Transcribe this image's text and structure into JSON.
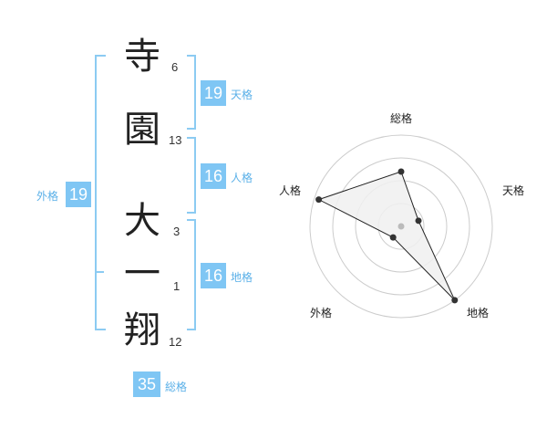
{
  "name_chars": [
    {
      "char": "寺",
      "strokes": "6"
    },
    {
      "char": "園",
      "strokes": "13"
    },
    {
      "char": "大",
      "strokes": "3"
    },
    {
      "char": "一",
      "strokes": "1"
    },
    {
      "char": "翔",
      "strokes": "12"
    }
  ],
  "fortunes": {
    "tenkaku": {
      "value": "19",
      "label": "天格"
    },
    "jinkaku": {
      "value": "16",
      "label": "人格"
    },
    "chikaku": {
      "value": "16",
      "label": "地格"
    },
    "gaikaku": {
      "value": "19",
      "label": "外格"
    },
    "soukaku": {
      "value": "35",
      "label": "総格"
    }
  },
  "chart_data": {
    "type": "radar",
    "axes": [
      "総格",
      "天格",
      "地格",
      "外格",
      "人格"
    ],
    "values": [
      0.6,
      0.2,
      1.0,
      0.15,
      0.95
    ],
    "range": [
      0,
      1
    ],
    "rings": 4,
    "colors": {
      "fill": "#f0f0f0",
      "line": "#222222",
      "point": "#333333",
      "grid": "#cccccc",
      "center": "#bbbbbb"
    }
  }
}
